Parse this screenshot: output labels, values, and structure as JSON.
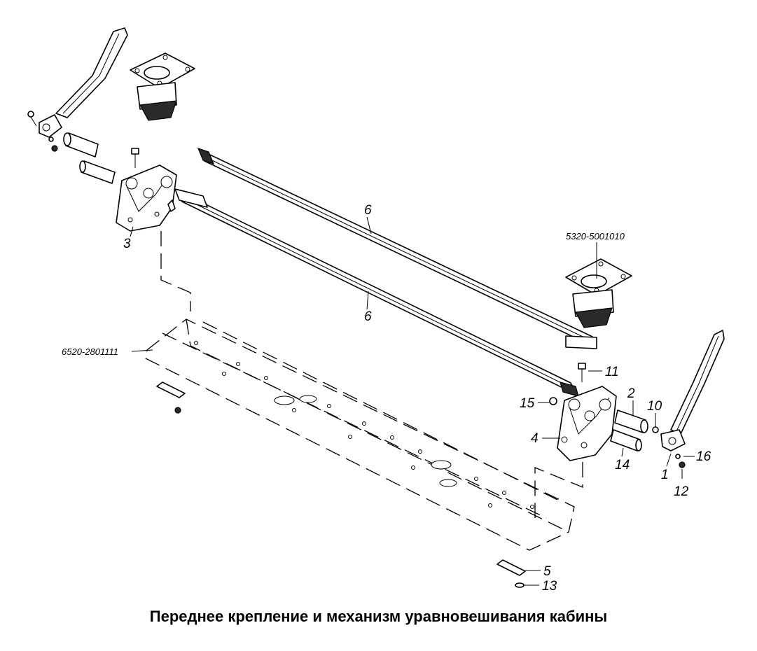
{
  "caption": "Переднее крепление и механизм уравновешивания кабины",
  "labels": {
    "l1": "1",
    "l2": "2",
    "l3": "3",
    "l4": "4",
    "l5": "5",
    "l6a": "6",
    "l6b": "6",
    "l10": "10",
    "l11": "11",
    "l12": "12",
    "l13": "13",
    "l14": "14",
    "l15": "15",
    "l16": "16",
    "crossmember": "6520-2801111",
    "mount": "5320-5001010"
  }
}
